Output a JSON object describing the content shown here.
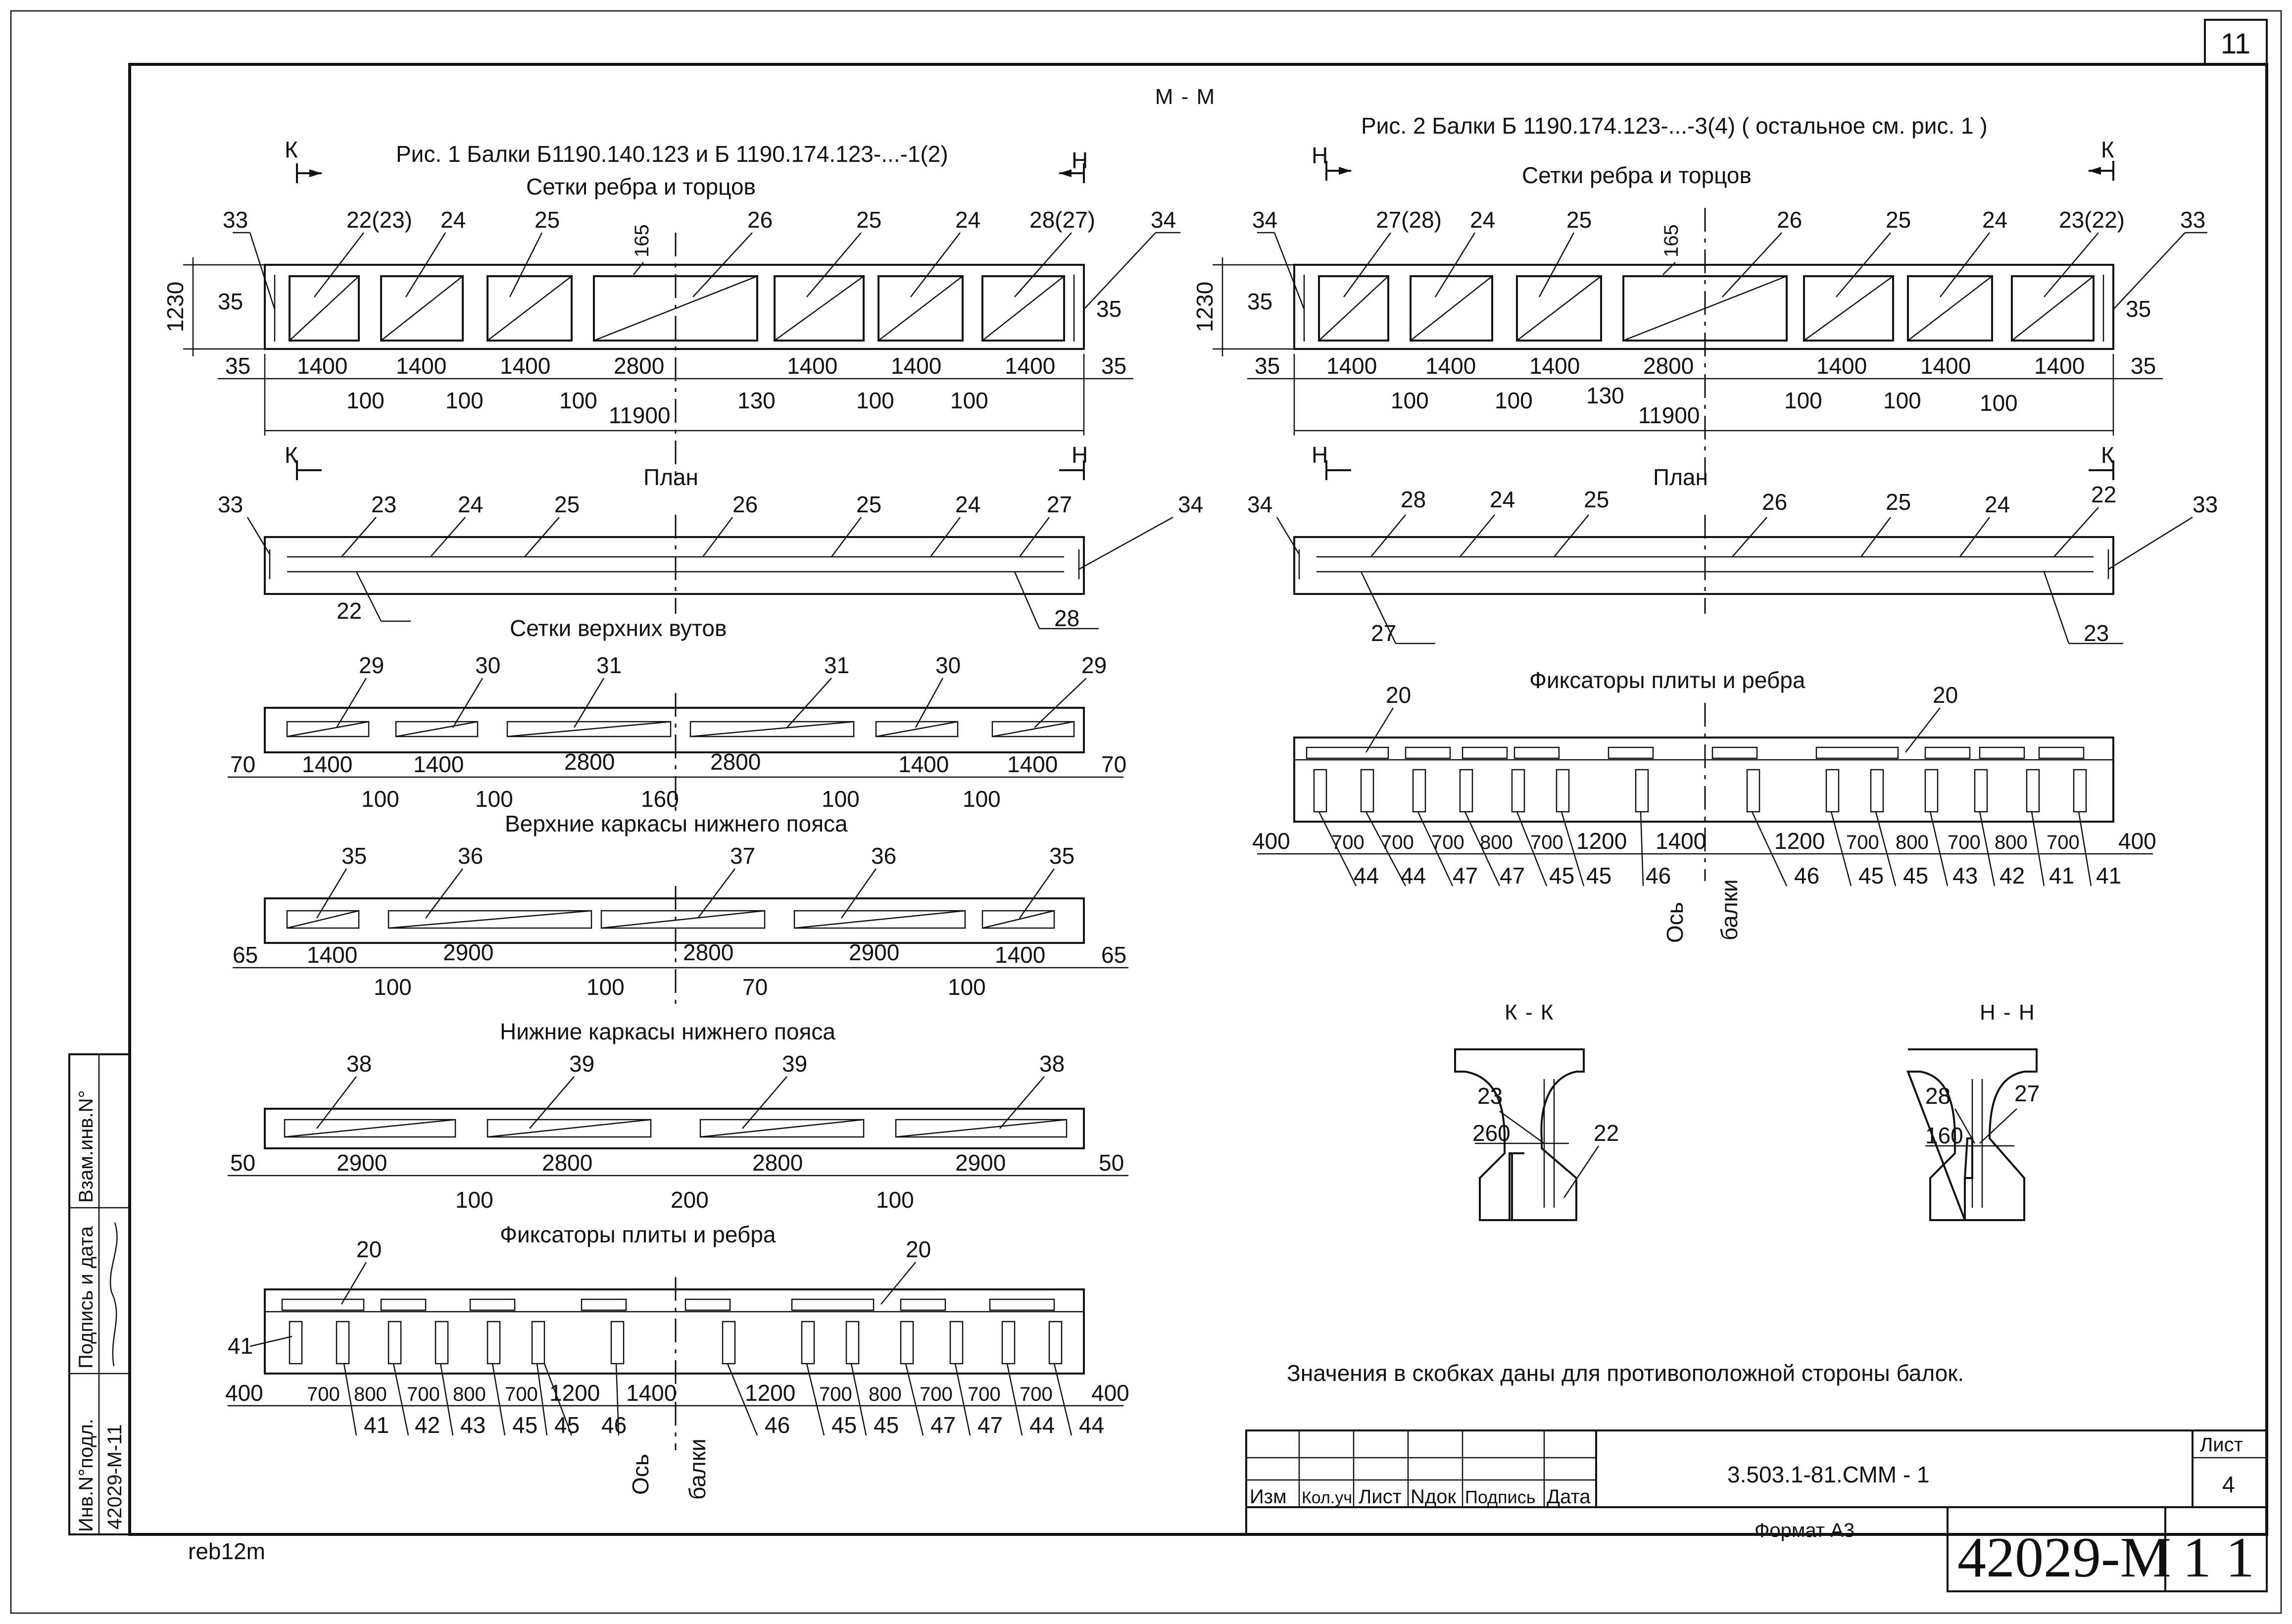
{
  "sheet_corner_number": "11",
  "section_label": "М - М",
  "fig1": {
    "title": "Рис. 1   Балки Б1190.140.123 и Б  1190.174.123-...-1(2)",
    "mesh_title": "Сетки ребра и торцов",
    "mesh_labels": [
      "33",
      "22(23)",
      "24",
      "25",
      "165",
      "26",
      "25",
      "24",
      "28(27)",
      "34"
    ],
    "mesh_side": [
      "35",
      "35"
    ],
    "mesh_height": "1230",
    "mesh_top_dims": [
      "35",
      "1400",
      "1400",
      "1400",
      "2800",
      "1400",
      "1400",
      "1400",
      "35"
    ],
    "mesh_gap_dims": [
      "100",
      "100",
      "100",
      "130",
      "100",
      "100"
    ],
    "mesh_total": "11900",
    "cut_left": "К",
    "cut_right": "Н",
    "plan_title": "План",
    "plan_top_labels": [
      "33",
      "23",
      "24",
      "25",
      "26",
      "25",
      "24",
      "27",
      "34"
    ],
    "plan_bottom_labels": [
      "22",
      "28"
    ],
    "upper_title": "Сетки верхних вутов",
    "upper_labels": [
      "29",
      "30",
      "31",
      "31",
      "30",
      "29"
    ],
    "upper_dims": [
      "70",
      "1400",
      "1400",
      "2800",
      "2800",
      "1400",
      "1400",
      "70"
    ],
    "upper_gaps": [
      "100",
      "100",
      "160",
      "100",
      "100"
    ],
    "topcage_title": "Верхние каркасы нижнего пояса",
    "topcage_labels": [
      "35",
      "36",
      "37",
      "36",
      "35"
    ],
    "topcage_dims": [
      "65",
      "1400",
      "2900",
      "2800",
      "2900",
      "1400",
      "65"
    ],
    "topcage_gaps": [
      "100",
      "100",
      "70",
      "100"
    ],
    "botcage_title": "Нижние каркасы нижнего пояса",
    "botcage_labels": [
      "38",
      "39",
      "39",
      "38"
    ],
    "botcage_dims": [
      "50",
      "2900",
      "2800",
      "2800",
      "2900",
      "50"
    ],
    "botcage_gaps": [
      "100",
      "200",
      "100"
    ],
    "fix_title": "Фиксаторы плиты и ребра",
    "fix_top_labels": [
      "20",
      "20"
    ],
    "fix_left_label": "41",
    "fix_dims": [
      "400",
      "700",
      "800",
      "700",
      "800",
      "700",
      "1200",
      "1400",
      "1200",
      "700",
      "800",
      "700",
      "700",
      "700",
      "400"
    ],
    "fix_bottom_labels": [
      "41",
      "42",
      "43",
      "45",
      "45",
      "46",
      "46",
      "45",
      "45",
      "47",
      "47",
      "44",
      "44"
    ],
    "axis_label_1": "Ось",
    "axis_label_2": "балки"
  },
  "fig2": {
    "title": "Рис. 2   Балки Б  1190.174.123-...-3(4)  ( остальное  см.  рис.  1 )",
    "mesh_title": "Сетки ребра и торцов",
    "mesh_labels": [
      "34",
      "27(28)",
      "24",
      "25",
      "165",
      "26",
      "25",
      "24",
      "23(22)",
      "33"
    ],
    "mesh_side": [
      "35",
      "35"
    ],
    "mesh_height": "1230",
    "mesh_top_dims": [
      "35",
      "1400",
      "1400",
      "1400",
      "2800",
      "1400",
      "1400",
      "1400",
      "35"
    ],
    "mesh_gap_dims": [
      "100",
      "100",
      "130",
      "100",
      "100",
      "100"
    ],
    "mesh_total": "11900",
    "cut_left": "Н",
    "cut_right": "К",
    "plan_title": "План",
    "plan_top_labels": [
      "34",
      "28",
      "24",
      "25",
      "26",
      "25",
      "24",
      "22",
      "33"
    ],
    "plan_bottom_labels": [
      "27",
      "23"
    ],
    "fix_title": "Фиксаторы плиты и ребра",
    "fix_top_labels": [
      "20",
      "20"
    ],
    "fix_dims": [
      "400",
      "700",
      "700",
      "700",
      "800",
      "700",
      "1200",
      "1400",
      "1200",
      "700",
      "800",
      "700",
      "800",
      "700",
      "400"
    ],
    "fix_bottom_labels": [
      "44",
      "44",
      "47",
      "47",
      "45",
      "45",
      "46",
      "46",
      "45",
      "45",
      "43",
      "42",
      "41",
      "41"
    ],
    "axis_label_1": "Ось",
    "axis_label_2": "балки"
  },
  "section_kk": {
    "title": "К - К",
    "labels": [
      "23",
      "260",
      "22"
    ]
  },
  "section_nn": {
    "title": "Н - Н",
    "labels": [
      "28",
      "27",
      "160"
    ]
  },
  "note": "Значения в скобках даны для   противоположной стороны балок.",
  "title_block": {
    "headers": [
      "Изм",
      "Кол.уч",
      "Лист",
      "Nдок",
      "Подпись",
      "Дата"
    ],
    "doc_code": "3.503.1-81.СММ  -  1",
    "sheet_label": "Лист",
    "sheet_number": "4",
    "format": "Формат  А3",
    "archive_number": "42029-М",
    "page_number": "1 1"
  },
  "left_stamp": {
    "col1_title": "Инв.N°подл.",
    "col1_value": "42029-М-11",
    "col2_title": "Подпись и дата",
    "col3_title": "Взам.инв.N°"
  },
  "file_name": "reb12m"
}
